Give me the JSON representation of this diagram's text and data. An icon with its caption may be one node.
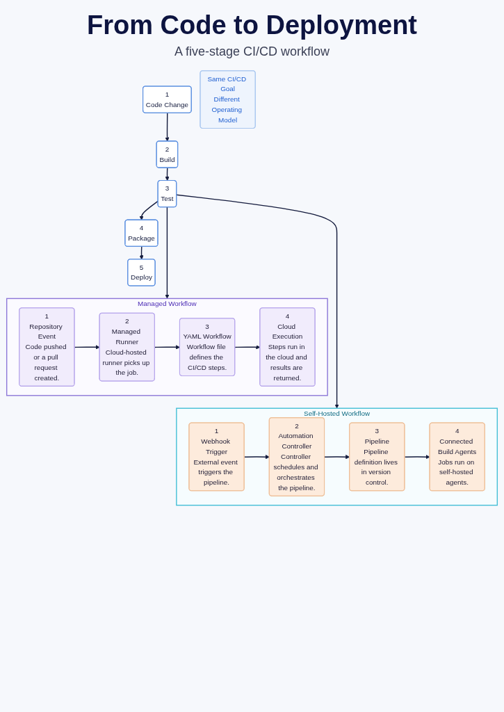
{
  "diagram": {
    "title": "From Code to Deployment",
    "labels": [
      "A five-stage CI/CD workflow"
    ],
    "nodes": [
      {
        "text": [
          "1",
          "Code Change"
        ]
      },
      {
        "text": [
          "2",
          "Build"
        ]
      },
      {
        "text": [
          "3",
          "Test"
        ]
      },
      {
        "text": [
          "4",
          "Package"
        ]
      },
      {
        "text": [
          "5",
          "Deploy"
        ]
      },
      {
        "text": [
          "Managed Workflow"
        ]
      },
      {
        "text": [
          "1",
          "Repository Event",
          "Code pushed or a pull request created."
        ],
        "in": 5
      },
      {
        "text": [
          "2",
          "Managed Runner",
          "Cloud-hosted runner picks up the job."
        ],
        "in": 5
      },
      {
        "text": [
          "3",
          "YAML Workflow",
          "Workflow file defines the CI/CD steps."
        ],
        "in": 5
      },
      {
        "text": [
          "4",
          "Cloud Execution",
          "Steps run in the cloud and results are returned."
        ],
        "in": 5
      },
      {
        "text": [
          "Self-Hosted Workflow"
        ]
      },
      {
        "text": [
          "1",
          "Webhook Trigger",
          "External event triggers the pipeline."
        ],
        "in": 10
      },
      {
        "text": [
          "2",
          "Automation Controller",
          "Controller schedules and orchestrates the pipeline."
        ],
        "in": 10
      },
      {
        "text": [
          "3",
          "Pipeline",
          "Pipeline definition lives in version control."
        ],
        "in": 10
      },
      {
        "text": [
          "4",
          "Connected Build Agents",
          "Jobs run on self-hosted agents."
        ],
        "in": 10
      },
      {
        "text": [
          "Same CI/CD Goal",
          "Different Operating Model"
        ]
      }
    ],
    "edges": [
      {
        "from": 0,
        "to": 1,
        "arrow": "to"
      },
      {
        "from": 1,
        "to": 2,
        "arrow": "to"
      },
      {
        "from": 2,
        "to": 3,
        "arrow": "to"
      },
      {
        "from": 3,
        "to": 4,
        "arrow": "to"
      },
      {
        "from": 2,
        "to": 5,
        "arrow": "to"
      },
      {
        "from": 2,
        "to": 10,
        "arrow": "to"
      },
      {
        "from": 6,
        "to": 7,
        "arrow": "to"
      },
      {
        "from": 7,
        "to": 8,
        "arrow": "to"
      },
      {
        "from": 8,
        "to": 9,
        "arrow": "to"
      },
      {
        "from": 11,
        "to": 12,
        "arrow": "to"
      },
      {
        "from": 12,
        "to": 13,
        "arrow": "to"
      },
      {
        "from": 13,
        "to": 14,
        "arrow": "to"
      }
    ]
  }
}
